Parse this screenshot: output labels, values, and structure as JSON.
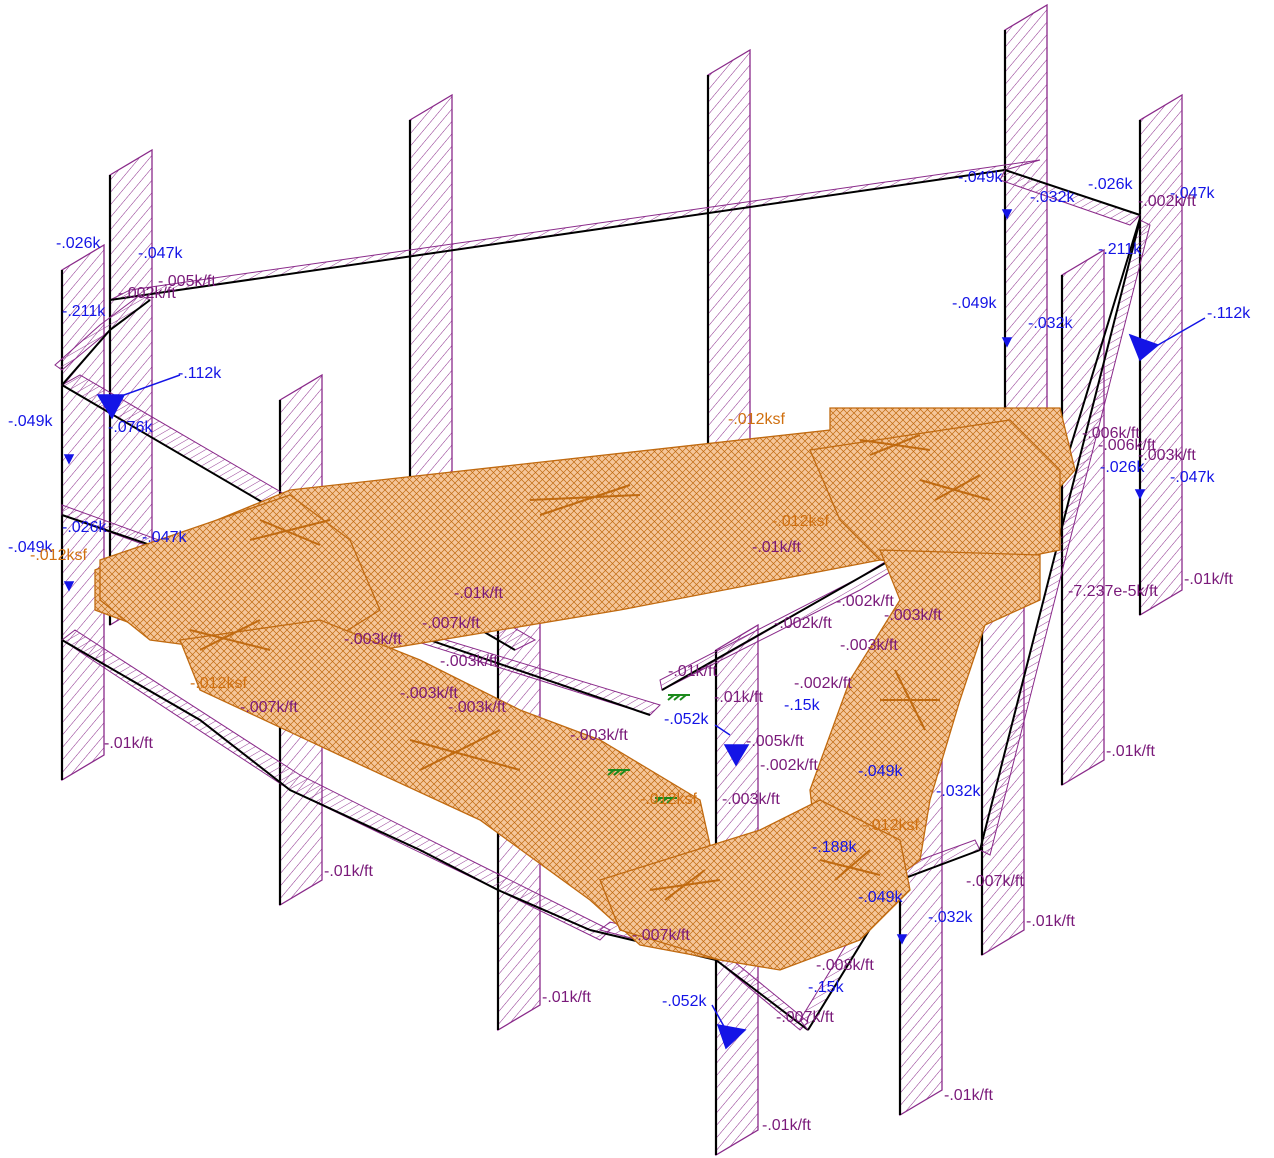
{
  "diagram": {
    "columns": [
      {
        "dist_load": "-.01k/ft"
      },
      {
        "dist_load": "-.01k/ft"
      },
      {
        "dist_load": "-.01k/ft"
      },
      {
        "dist_load": "-.01k/ft"
      },
      {
        "dist_load": "-.01k/ft"
      },
      {
        "dist_load": "-.01k/ft"
      },
      {
        "dist_load": "-.01k/ft"
      },
      {
        "dist_load": "-.01k/ft"
      },
      {
        "dist_load": "-.01k/ft"
      },
      {
        "dist_load": "-.01k/ft"
      }
    ],
    "point_loads": [
      "-.026k",
      "-.047k",
      "-.211k",
      "-.112k",
      "-.076k",
      "-.049k",
      "-.026k",
      "-.047k",
      "-.049k",
      "-.049k",
      "-.032k",
      "-.026k",
      "-.047k",
      "-.211k",
      "-.112k",
      "-.049k",
      "-.032k",
      "-.026k",
      "-.047k",
      "-.049k",
      "-.032k",
      "-.049k",
      "-.032k",
      "-.052k",
      "-.052k",
      "-.188k",
      "-.15k",
      "-.15k"
    ],
    "line_loads": [
      "-.005k/ft",
      "-.002k/ft",
      "-.002k/ft",
      "-.006k/ft",
      "-.006k/ft",
      "-.003k/ft",
      "-.007k/ft",
      "-.003k/ft",
      "-.003k/ft",
      "-.003k/ft",
      "-.007k/ft",
      "-.007k/ft",
      "-.007k/ft",
      "-.007k/ft",
      "-.003k/ft",
      "-.002k/ft",
      "-.002k/ft",
      "-.005k/ft",
      "-.002k/ft",
      "-.003k/ft",
      "-.008k/ft",
      "-.002k/ft",
      "-.003k/ft",
      "-.003k/ft",
      "-7.237e-5k/ft",
      "-.01k/ft",
      "-.01k/ft",
      "-.003k/ft"
    ],
    "area_loads": [
      "-.012ksf",
      "-.012ksf",
      "-.012ksf",
      "-.012ksf",
      "-.012ksf",
      "-.012ksf"
    ],
    "colors": {
      "point_load": "#1414e6",
      "line_load": "#7a1a7a",
      "area_load": "#d07010",
      "support": "#1c8a1c",
      "member": "#000000"
    },
    "icons": [
      "support-icon",
      "arrow-icon"
    ]
  }
}
